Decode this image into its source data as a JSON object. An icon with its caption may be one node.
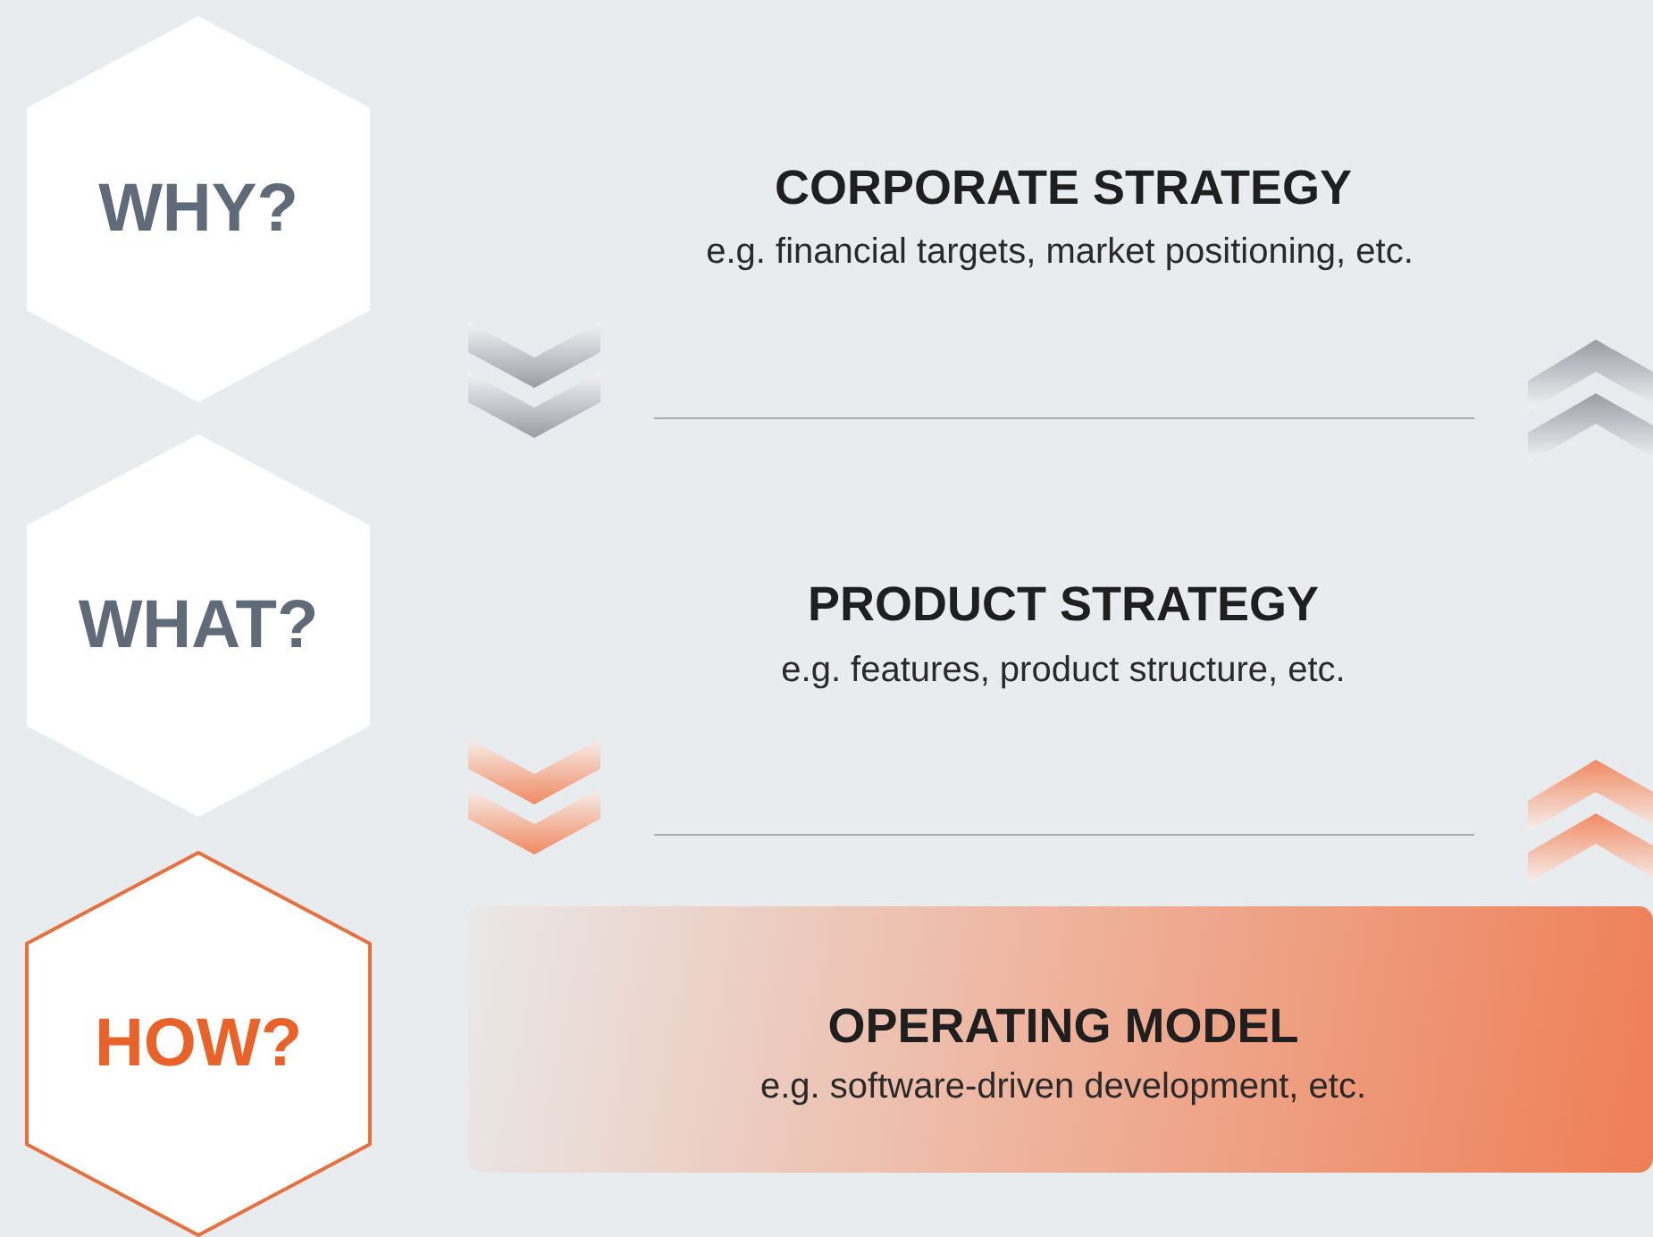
{
  "diagram": {
    "nodes": [
      {
        "text": [
          "WHY?"
        ]
      },
      {
        "text": [
          "WHAT?"
        ]
      },
      {
        "text": [
          "HOW?"
        ]
      },
      {
        "text": [
          "OPERATING MODEL",
          "e.g. software-driven development, etc."
        ]
      }
    ],
    "labels": [
      "CORPORATE STRATEGY",
      "e.g. financial targets, market positioning, etc.",
      "PRODUCT STRATEGY",
      "e.g. features, product structure, etc."
    ]
  }
}
